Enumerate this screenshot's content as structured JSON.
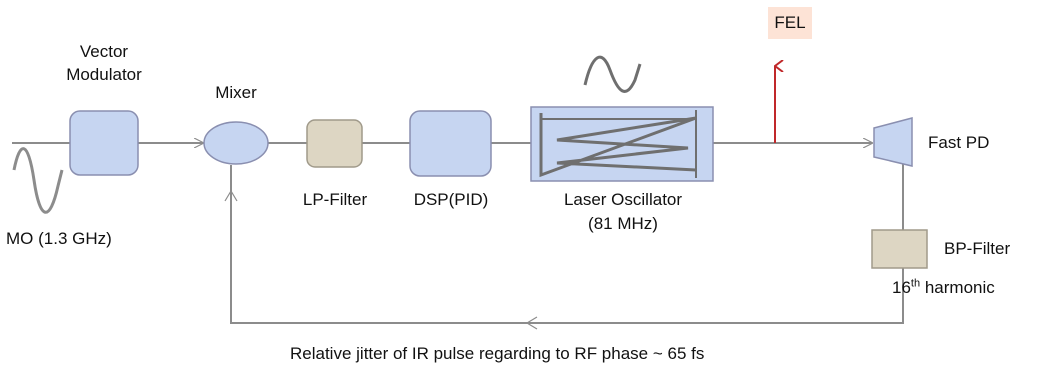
{
  "labels": {
    "vector_modulator_line1": "Vector",
    "vector_modulator_line2": "Modulator",
    "mixer": "Mixer",
    "lp_filter": "LP-Filter",
    "dsp": "DSP(PID)",
    "laser_line1": "Laser Oscillator",
    "laser_line2": "(81 MHz)",
    "fel": "FEL",
    "fast_pd": "Fast PD",
    "bp_filter": "BP-Filter",
    "harmonic_number": "16",
    "harmonic_suffix": "th",
    "harmonic_word": " harmonic",
    "mo": "MO (1.3 GHz)",
    "caption": "Relative jitter of IR pulse regarding to RF phase ~ 65 fs"
  },
  "colors": {
    "blue_fill": "#c6d5f1",
    "blue_stroke": "#8a8fb0",
    "tan_fill": "#ddd6c3",
    "tan_stroke": "#a09a8a",
    "line": "#8c8c8c",
    "arrow_up": "#c0282a",
    "fel_bg": "#fde3d6"
  }
}
